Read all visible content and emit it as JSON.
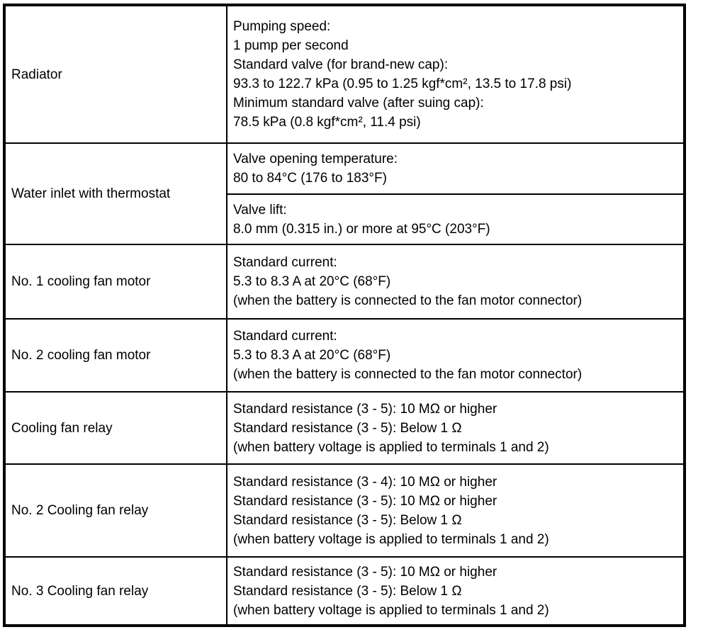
{
  "colors": {
    "border": "#000000",
    "text": "#000000",
    "background": "#ffffff"
  },
  "table": {
    "rows": [
      {
        "component": "Radiator",
        "specs": [
          {
            "lines": [
              "Pumping speed:",
              "1 pump per second",
              "Standard valve (for brand-new cap):",
              "93.3 to 122.7 kPa (0.95 to 1.25 kgf*cm², 13.5 to 17.8 psi)",
              "Minimum standard valve (after suing cap):",
              "78.5 kPa (0.8 kgf*cm², 11.4 psi)"
            ]
          }
        ]
      },
      {
        "component": "Water inlet with thermostat",
        "specs": [
          {
            "lines": [
              "Valve opening temperature:",
              "80 to 84°C (176 to 183°F)"
            ]
          },
          {
            "lines": [
              "Valve lift:",
              "8.0 mm (0.315 in.) or more at 95°C (203°F)"
            ]
          }
        ]
      },
      {
        "component": "No. 1 cooling fan motor",
        "specs": [
          {
            "lines": [
              "Standard current:",
              "5.3 to 8.3 A at 20°C (68°F)",
              "(when the battery is connected to the fan motor connector)"
            ]
          }
        ]
      },
      {
        "component": "No. 2 cooling fan motor",
        "specs": [
          {
            "lines": [
              "Standard current:",
              "5.3 to 8.3 A at 20°C (68°F)",
              "(when the battery is connected to the fan motor connector)"
            ]
          }
        ]
      },
      {
        "component": "Cooling fan relay",
        "specs": [
          {
            "lines": [
              "Standard resistance (3 - 5): 10 MΩ or higher",
              "Standard resistance (3 - 5): Below 1 Ω",
              "(when battery voltage is applied to terminals 1 and 2)"
            ]
          }
        ]
      },
      {
        "component": "No. 2 Cooling fan relay",
        "specs": [
          {
            "lines": [
              "Standard resistance (3 - 4): 10 MΩ or higher",
              "Standard resistance (3 - 5): 10 MΩ or higher",
              "Standard resistance (3 - 5): Below 1 Ω",
              "(when battery voltage is applied to terminals 1 and 2)"
            ]
          }
        ]
      },
      {
        "component": "No. 3 Cooling fan relay",
        "specs": [
          {
            "lines": [
              "Standard resistance (3 - 5): 10 MΩ or higher",
              "Standard resistance (3 - 5): Below 1 Ω",
              "(when battery voltage is applied to terminals 1 and 2)"
            ]
          }
        ]
      }
    ]
  }
}
